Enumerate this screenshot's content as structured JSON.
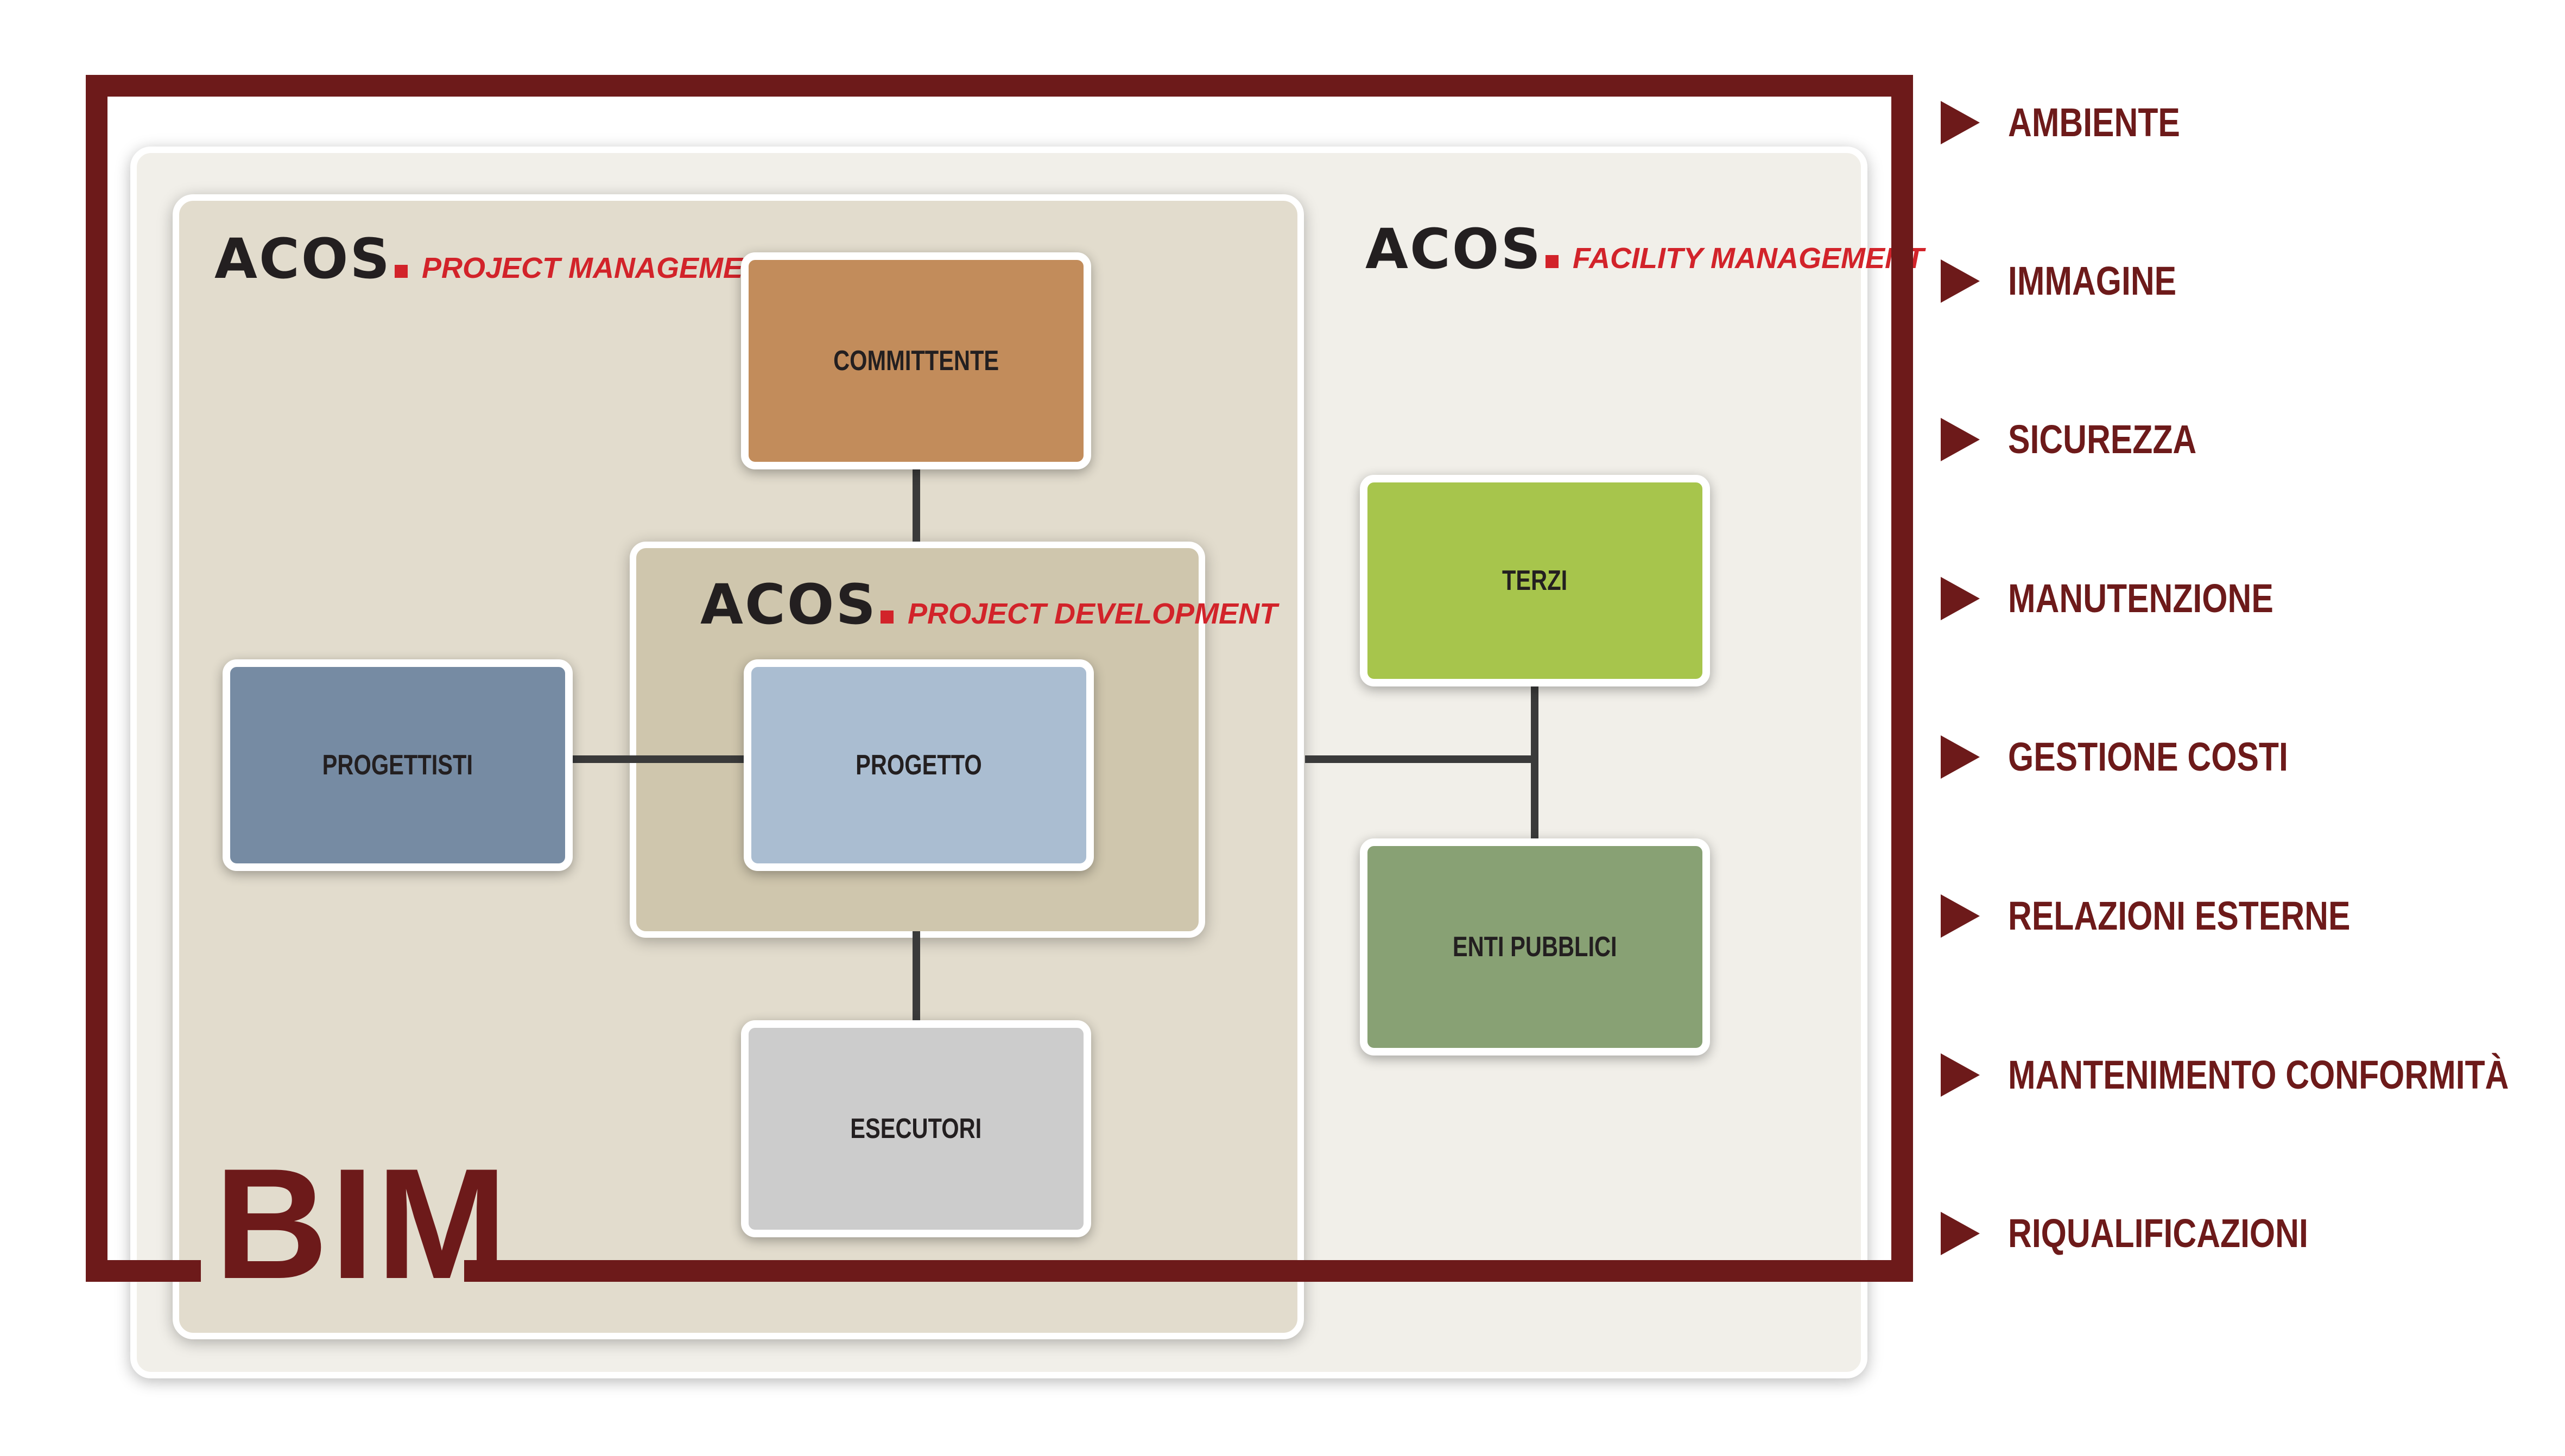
{
  "diagram": {
    "facility_logo": {
      "brand": "ACOS",
      "subtitle": "FACILITY MANAGEMENT"
    },
    "management_logo": {
      "brand": "ACOS",
      "subtitle": "PROJECT MANAGEMENT"
    },
    "development_logo": {
      "brand": "ACOS",
      "subtitle": "PROJECT DEVELOPMENT"
    },
    "nodes": {
      "committente": "COMMITTENTE",
      "progettisti": "PROGETTISTI",
      "progetto": "PROGETTO",
      "esecutori": "ESECUTORI",
      "terzi": "TERZI",
      "enti_pubblici": "ENTI PUBBLICI"
    },
    "frame_label": "BIM"
  },
  "benefits": [
    "AMBIENTE",
    "IMMAGINE",
    "SICUREZZA",
    "MANUTENZIONE",
    "GESTIONE COSTI",
    "RELAZIONI ESTERNE",
    "MANTENIMENTO CONFORMITÀ",
    "RIQUALIFICAZIONI"
  ],
  "colors": {
    "frame": "#6d1a1a",
    "accent_red": "#d2232a",
    "committente": "#c28c5b",
    "progettisti": "#768ba3",
    "progetto": "#aabdd1",
    "esecutori": "#cccccc",
    "terzi": "#a7c54c",
    "enti_pubblici": "#88a174"
  }
}
